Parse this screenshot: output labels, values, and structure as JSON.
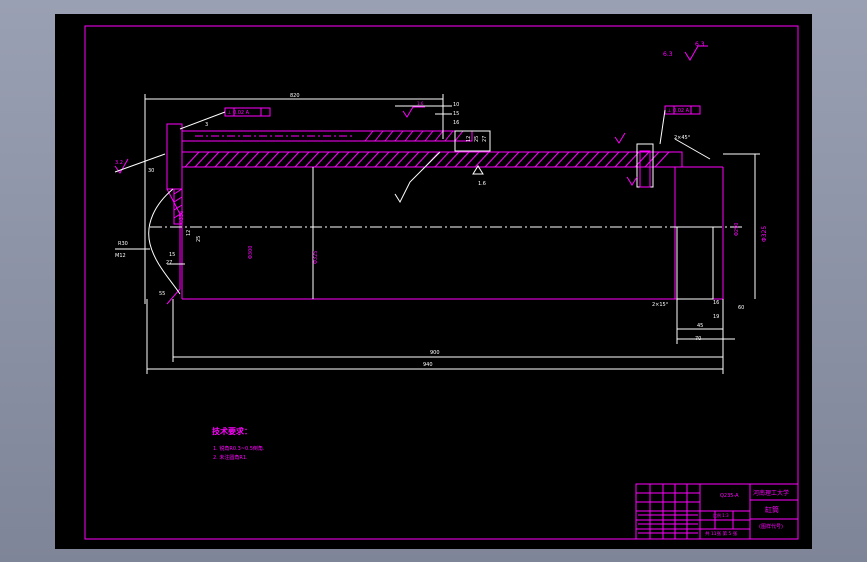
{
  "drawing": {
    "title_block": {
      "company": "河南理工大学",
      "part_name": "缸筒",
      "drawing_no": "(图样代号)",
      "scale_text": "比例 1:3",
      "material": "Q235-A",
      "sheet_info": "共 11张 第 5 张"
    },
    "technical_requirements": {
      "heading": "技术要求：",
      "items": [
        "1. 锐角R0.3~0.5倒角.",
        "2. 未注圆角R1."
      ]
    },
    "roughness_general": "6.3",
    "dimensions": {
      "overall_length": "940",
      "inner_length": "900",
      "top_length": "820",
      "bore_dia": "Φ300",
      "outer_dia": "Φ325",
      "right_dia": "Φ290",
      "left_flange_dia": "Φ356",
      "small_left": "30",
      "d10": "10",
      "d15": "15",
      "d16": "16",
      "d45": "45",
      "d70": "70",
      "d12": "12",
      "d25": "25",
      "d27": "27",
      "d19": "19",
      "d60": "60",
      "d55": "55",
      "r30": "R30",
      "d3": "3",
      "m_note": "M12",
      "tol_left": "⊥ 0.02 A",
      "tol_right": "⊥ 0.02 A",
      "roughness_a": "1.6",
      "roughness_b": "3.2",
      "chamfer": "2×45°",
      "chamfer2": "2×15°"
    }
  }
}
